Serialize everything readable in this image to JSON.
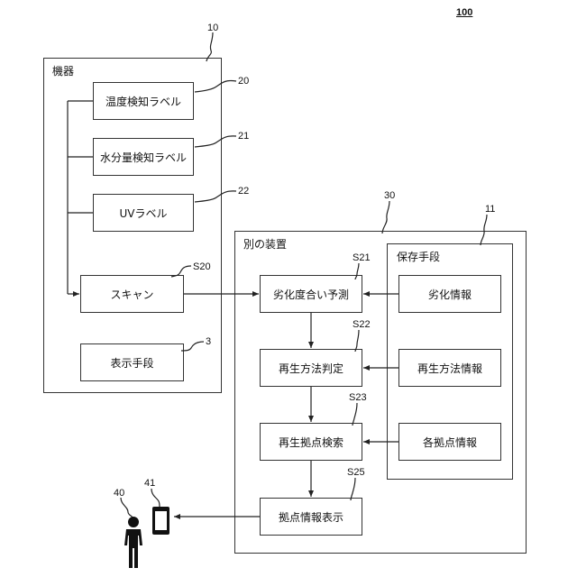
{
  "figure_number": "100",
  "device": {
    "ref": "10",
    "title": "機器",
    "labels": [
      {
        "ref": "20",
        "text": "温度検知ラベル"
      },
      {
        "ref": "21",
        "text": "水分量検知ラベル"
      },
      {
        "ref": "22",
        "text": "UVラベル"
      }
    ],
    "scan": {
      "ref": "S20",
      "text": "スキャン"
    },
    "display": {
      "ref": "3",
      "text": "表示手段"
    }
  },
  "other_device": {
    "ref": "30",
    "title": "別の装置",
    "steps": [
      {
        "ref": "S21",
        "text": "劣化度合い予測"
      },
      {
        "ref": "S22",
        "text": "再生方法判定"
      },
      {
        "ref": "S23",
        "text": "再生拠点検索"
      },
      {
        "ref": "S25",
        "text": "拠点情報表示"
      }
    ],
    "storage": {
      "ref": "11",
      "title": "保存手段",
      "items": [
        {
          "text": "劣化情報"
        },
        {
          "text": "再生方法情報"
        },
        {
          "text": "各拠点情報"
        }
      ]
    }
  },
  "user": {
    "ref": "40",
    "icon": "person-icon"
  },
  "phone": {
    "ref": "41",
    "icon": "smartphone-icon"
  }
}
